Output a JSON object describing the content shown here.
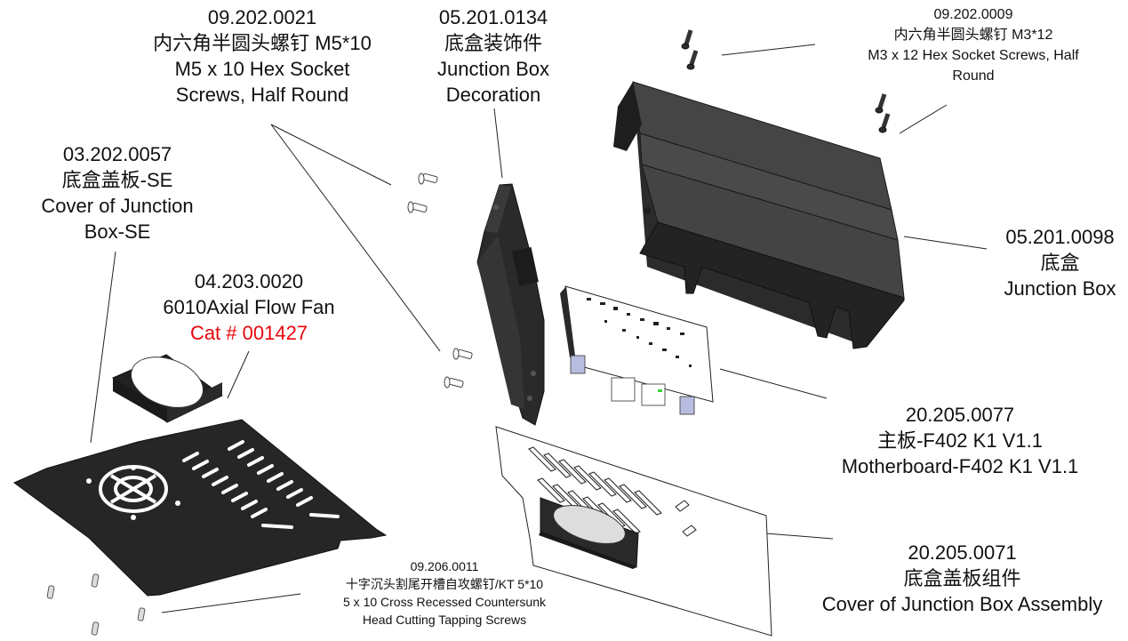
{
  "title": "Junction Box Exploded View",
  "colors": {
    "part_dark": "#2f2f2f",
    "part_face": "#3d3d3d",
    "leader": "#222222",
    "highlight": "#e8060b",
    "board": "#ffffff",
    "connector": "#b8bde0"
  },
  "parts": [
    {
      "id": "hex-m5",
      "number": "09.202.0021",
      "name_cn": "内六角半圆头螺钉 M5*10",
      "name_en_1": "M5 x 10 Hex Socket",
      "name_en_2": "Screws, Half Round"
    },
    {
      "id": "decoration",
      "number": "05.201.0134",
      "name_cn": "底盒装饰件",
      "name_en_1": "Junction Box",
      "name_en_2": "Decoration"
    },
    {
      "id": "hex-m3",
      "number": "09.202.0009",
      "name_cn": "内六角半圆头螺钉 M3*12",
      "name_en_1": "M3 x 12 Hex Socket Screws, Half",
      "name_en_2": "Round"
    },
    {
      "id": "cover-se",
      "number": "03.202.0057",
      "name_cn": "底盒盖板-SE",
      "name_en_1": "Cover of Junction",
      "name_en_2": "Box-SE"
    },
    {
      "id": "fan",
      "number": "04.203.0020",
      "name_en_1": "6010Axial Flow Fan",
      "catalog": "Cat # 001427"
    },
    {
      "id": "junction-box",
      "number": "05.201.0098",
      "name_cn": "底盒",
      "name_en_1": "Junction Box"
    },
    {
      "id": "motherboard",
      "number": "20.205.0077",
      "name_cn": "主板-F402 K1 V1.1",
      "name_en_1": "Motherboard-F402 K1 V1.1"
    },
    {
      "id": "cover-assembly",
      "number": "20.205.0071",
      "name_cn": "底盒盖板组件",
      "name_en_1": "Cover of Junction Box Assembly"
    },
    {
      "id": "tapping-screws",
      "number": "09.206.0011",
      "name_cn": "十字沉头割尾开槽自攻螺钉/KT 5*10",
      "name_en_1": "5 x 10 Cross Recessed Countersunk",
      "name_en_2": "Head Cutting Tapping Screws"
    }
  ]
}
